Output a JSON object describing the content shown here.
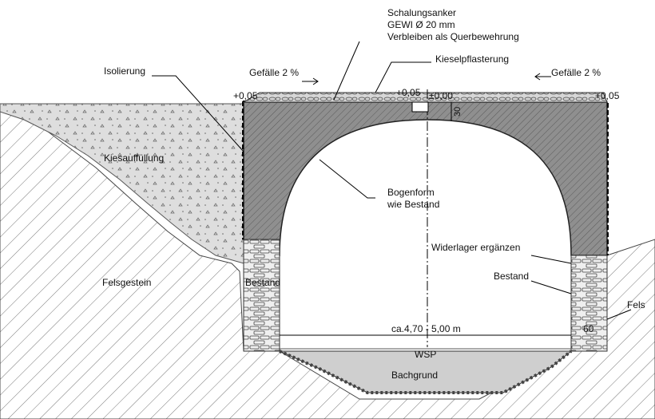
{
  "labels": {
    "anchor_line1": "Schalungsanker",
    "anchor_line2": "GEWI Ø 20 mm",
    "anchor_line3": "Verbleiben als Querbewehrung",
    "cobble": "Kieselpflasterung",
    "insulation": "Isolierung",
    "slope_left": "Gefälle 2 %",
    "slope_right": "Gefälle 2 %",
    "gravel_fill": "Kiesauffüllung",
    "arch_line1": "Bogenform",
    "arch_line2": "wie Bestand",
    "rock_left": "Felsgestein",
    "existing_left": "Bestand",
    "abutment": "Widerlager ergänzen",
    "existing_right": "Bestand",
    "rock_right": "Fels",
    "span": "ca.4,70 - 5,00 m",
    "abutment_width": "60",
    "water_level": "WSP",
    "streambed": "Bachgrund",
    "dim_30": "30"
  },
  "elevations": {
    "left": "+0,05",
    "center_left": "+0,05",
    "center": "±0,00",
    "right": "+0,05"
  },
  "colors": {
    "concrete_fill": "#8a8a8a",
    "gravel_fill": "#dcdcdc",
    "masonry": "#efefef",
    "hatch": "#555555"
  }
}
